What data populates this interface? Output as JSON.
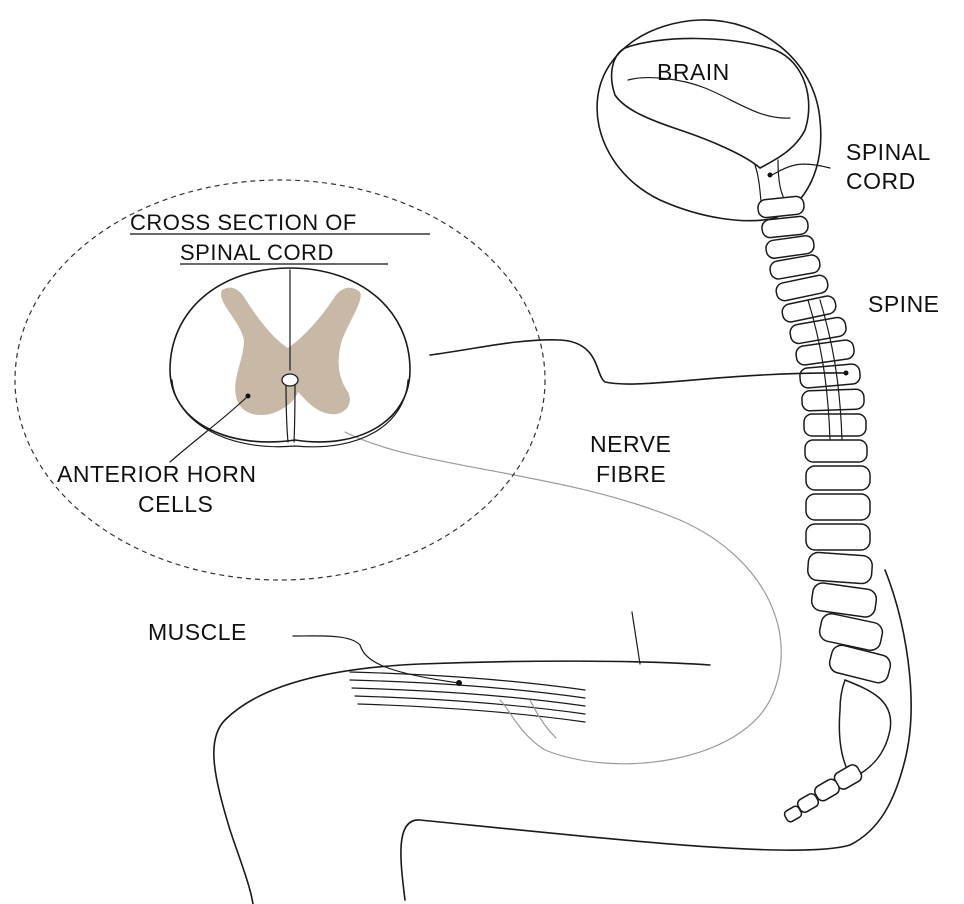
{
  "labels": {
    "brain": "BRAIN",
    "spinal_cord_line1": "SPINAL",
    "spinal_cord_line2": "CORD",
    "spine": "SPINE",
    "cross_section_line1": "CROSS SECTION OF",
    "cross_section_line2": "SPINAL CORD",
    "nerve_fibre_line1": "NERVE",
    "nerve_fibre_line2": "FIBRE",
    "anterior_horn_line1": "ANTERIOR HORN",
    "anterior_horn_line2": "CELLS",
    "muscle": "MUSCLE"
  },
  "colors": {
    "grey_matter": "#c8b8a6",
    "ink": "#1a1a1a",
    "nerve_grey": "#9a9a9a"
  }
}
